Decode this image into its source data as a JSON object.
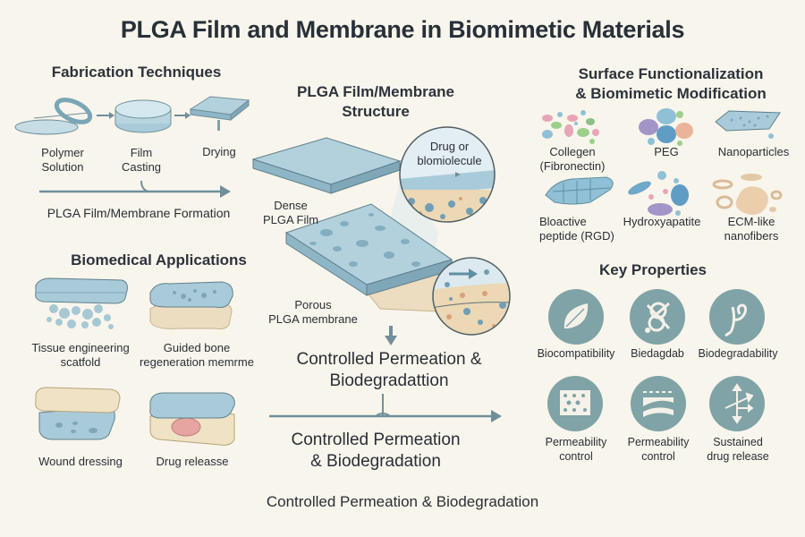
{
  "title": "PLGA Film and Membrane in Biomimetic Materials",
  "fabrication": {
    "heading": "Fabrication Techniques",
    "steps": [
      {
        "label_line1": "Polymer",
        "label_line2": "Solution",
        "icon": "polymer-ring-icon"
      },
      {
        "label_line1": "Film",
        "label_line2": "Casting",
        "icon": "petri-dish-icon"
      },
      {
        "label_line1": "Drying",
        "label_line2": "",
        "icon": "film-slab-icon"
      }
    ],
    "formation_label": "PLGA Film/Membrane Formation"
  },
  "applications": {
    "heading": "Biomedical Applications",
    "items": [
      {
        "label_line1": "Tissue engineering",
        "label_line2": "scatfold"
      },
      {
        "label_line1": "Guided bone",
        "label_line2": "regeneration memrme"
      },
      {
        "label_line1": "Wound dressing",
        "label_line2": ""
      },
      {
        "label_line1": "Drug releasse",
        "label_line2": ""
      }
    ]
  },
  "structure": {
    "heading_line1": "PLGA Film/Membrane",
    "heading_line2": "Structure",
    "dense_line1": "Dense",
    "dense_line2": "PLGA Film",
    "porous_line1": "Porous",
    "porous_line2": "PLGA membrane",
    "callout_line1": "Drug or",
    "callout_line2": "blomiolecule",
    "result_line1": "Controlled Permeation &",
    "result_line2": "Biodegradattion",
    "result2_line1": "Controlled Permeation",
    "result2_line2": "& Biodegradation",
    "footer": "Controlled Permeation & Biodegradation"
  },
  "surface": {
    "heading_line1": "Surface Functionalization",
    "heading_line2": "& Biomimetic Modification",
    "items": [
      {
        "label_line1": "Collegen",
        "label_line2": "(Fibronectin)"
      },
      {
        "label_line1": "PEG",
        "label_line2": ""
      },
      {
        "label_line1": "Nanoparticles",
        "label_line2": ""
      },
      {
        "label_line1": "Bloactive",
        "label_line2": "peptide (RGD)"
      },
      {
        "label_line1": "Hydroxyapatite",
        "label_line2": ""
      },
      {
        "label_line1": "ECM-like",
        "label_line2": "nanofibers"
      }
    ]
  },
  "properties": {
    "heading": "Key Properties",
    "items": [
      {
        "label_line1": "Biocompatibility",
        "label_line2": "",
        "icon": "leaf-icon"
      },
      {
        "label_line1": "Biedagdab",
        "label_line2": "",
        "icon": "molecule-icon"
      },
      {
        "label_line1": "Biodegradability",
        "label_line2": "",
        "icon": "sprout-icon"
      },
      {
        "label_line1": "Permeability",
        "label_line2": "control",
        "icon": "porous-grid-icon"
      },
      {
        "label_line1": "Permeability",
        "label_line2": "control",
        "icon": "layers-wave-icon"
      },
      {
        "label_line1": "Sustained",
        "label_line2": "drug release",
        "icon": "arrows-release-icon"
      }
    ]
  },
  "colors": {
    "background": "#f8f5ec",
    "film_blue": "#a9cbd9",
    "accent_teal": "#7fa3a6",
    "arrow": "#6f8f9a",
    "beige": "#ecdcc0",
    "text": "#2a2f36"
  }
}
